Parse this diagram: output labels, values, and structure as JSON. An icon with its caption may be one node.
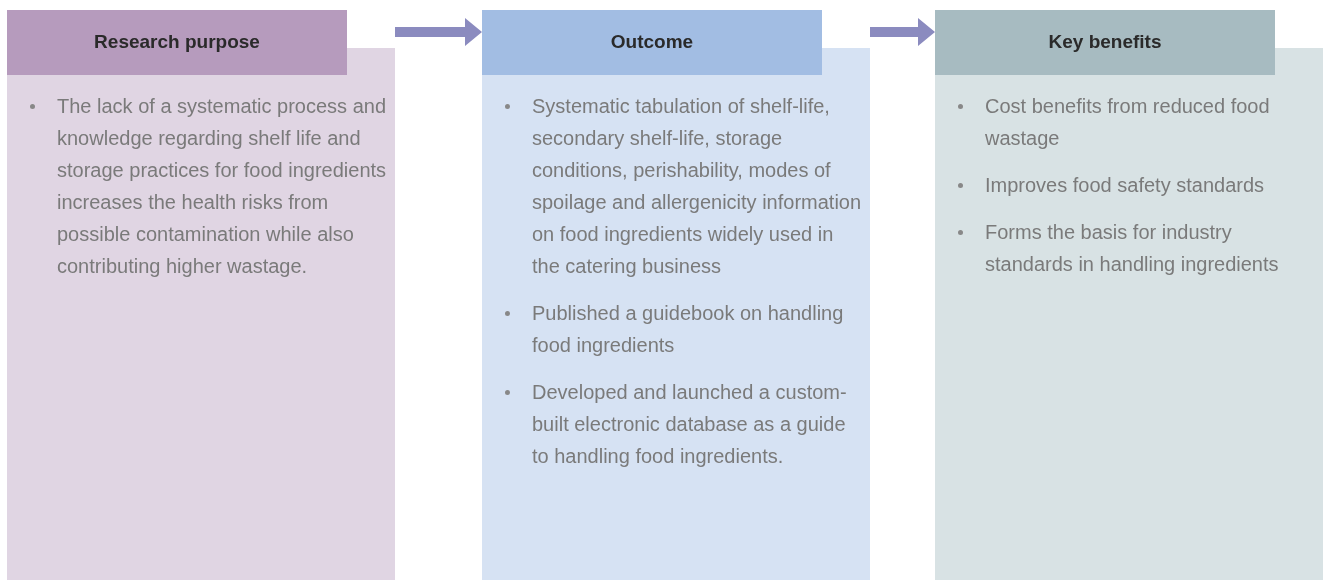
{
  "diagram": {
    "nodes": [
      {
        "text": [
          "Research purpose",
          "The lack of a systematic process and knowledge regarding shelf life and storage practices for food ingredients increases the health risks from possible contamination while also contributing higher wastage."
        ]
      },
      {
        "text": [
          "Outcome",
          "Systematic tabulation of shelf-life, secondary shelf-life, storage conditions, perishability, modes of spoilage and allergenicity information on food ingredients widely used in the catering business",
          "Published a guidebook on handling food ingredients",
          "Developed and launched a custom-built electronic database as a guide to handling food ingredients."
        ]
      },
      {
        "text": [
          "Key benefits",
          "Cost benefits from reduced food wastage",
          "Improves food safety standards",
          "Forms the basis for industry standards in handling ingredients"
        ]
      }
    ],
    "edges": [
      {
        "from": 0,
        "to": 1,
        "arrow": "to"
      },
      {
        "from": 1,
        "to": 2,
        "arrow": "to"
      }
    ]
  }
}
